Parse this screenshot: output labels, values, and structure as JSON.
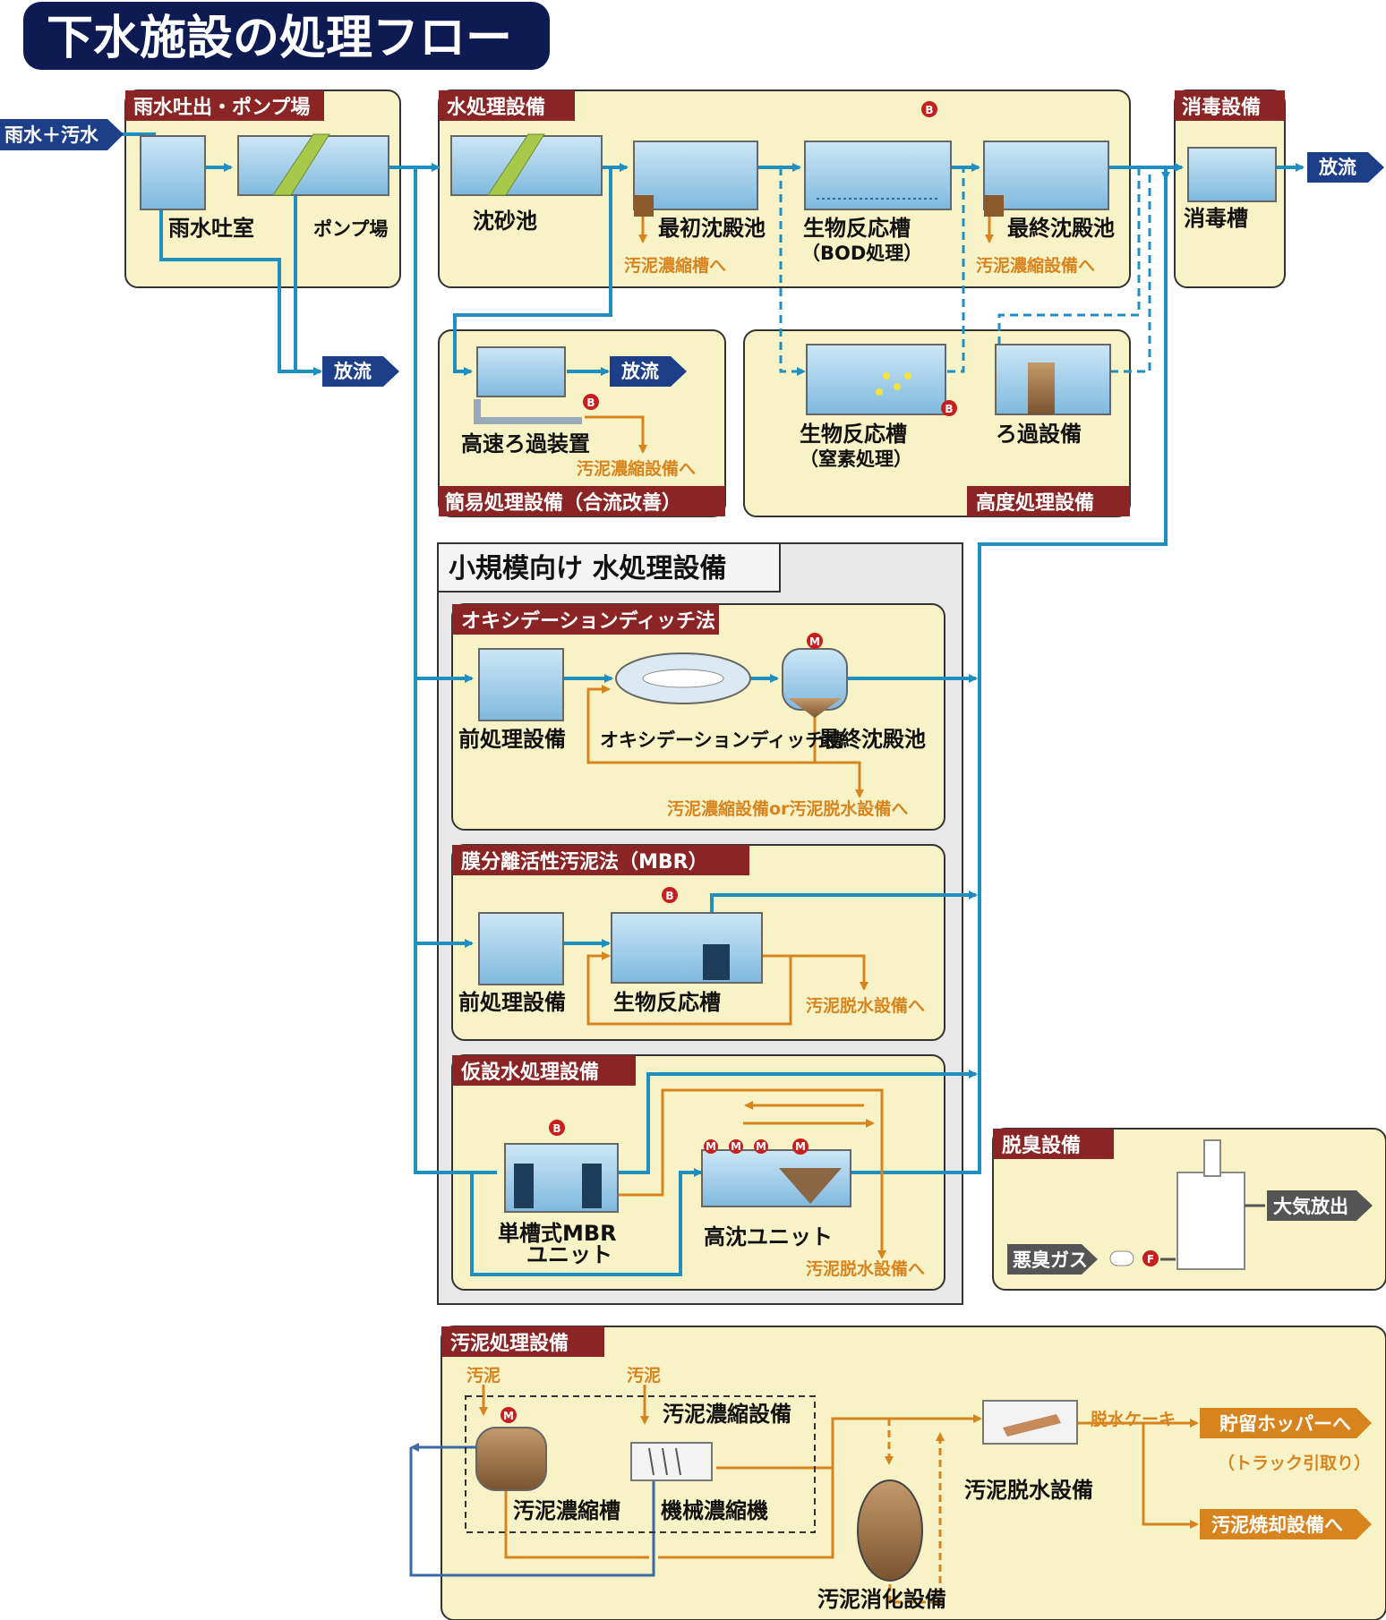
{
  "title": "下水施設の処理フロー",
  "sections": {
    "rain": "雨水吐出・ポンプ場",
    "water": "水処理設備",
    "disinfect": "消毒設備",
    "simple": "簡易処理設備（合流改善）",
    "advanced": "高度処理設備",
    "small": "小規模向け 水処理設備",
    "od": "オキシデーションディッチ法",
    "mbr": "膜分離活性汚泥法（MBR）",
    "temp": "仮設水処理設備",
    "deodor": "脱臭設備",
    "sludge": "汚泥処理設備"
  },
  "labels": {
    "inflow": "雨水＋汚水",
    "rain_chamber": "雨水吐室",
    "pump": "ポンプ場",
    "grit": "沈砂池",
    "primary": "最初沈殿池",
    "bio": "生物反応槽",
    "bio_sub": "（BOD処理）",
    "final": "最終沈殿池",
    "disinfect_tank": "消毒槽",
    "discharge": "放流",
    "to_thickener_tank": "汚泥濃縮槽へ",
    "to_thickening": "汚泥濃縮設備へ",
    "hsf": "高速ろ過装置",
    "bio_n": "生物反応槽",
    "bio_n_sub": "（窒素処理）",
    "filter": "ろ過設備",
    "pre1": "前処理設備",
    "od_tank": "オキシデーションディッチ槽",
    "od_final": "最終沈殿池",
    "od_to": "汚泥濃縮設備or汚泥脱水設備へ",
    "pre2": "前処理設備",
    "mbr_bio": "生物反応槽",
    "to_dewater": "汚泥脱水設備へ",
    "mbr_unit_1": "単槽式MBR",
    "mbr_unit_2": "ユニット",
    "hs_unit": "高沈ユニット",
    "to_dewater2": "汚泥脱水設備へ",
    "atm": "大気放出",
    "odor_gas": "悪臭ガス",
    "sludge1": "汚泥",
    "sludge2": "汚泥",
    "thickening_eq": "汚泥濃縮設備",
    "thickener_tank": "汚泥濃縮槽",
    "mech_thick": "機械濃縮機",
    "dewater_eq": "汚泥脱水設備",
    "cake": "脱水ケーキ",
    "hopper": "貯留ホッパーへ",
    "hopper_sub": "（トラック引取り）",
    "incin": "汚泥焼却設備へ",
    "digestion": "汚泥消化設備"
  },
  "badges": {
    "b": "B",
    "m": "M",
    "f": "F"
  },
  "colors": {
    "navy": "#0e1b52",
    "section_red": "#8b2424",
    "panel": "#f8f3c7",
    "water_blue": "#1f8fc1",
    "sludge_orange": "#d8841e",
    "arrow_navy": "#1d3f8a"
  }
}
